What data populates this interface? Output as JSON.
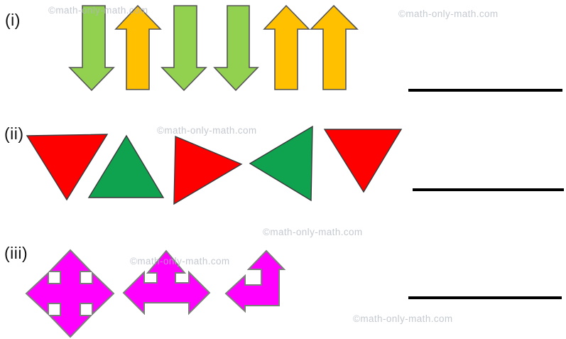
{
  "watermark": {
    "text": "©math-only-math.com",
    "color": "#c3c8cf"
  },
  "colors": {
    "green_arrow": "#92D050",
    "orange_arrow": "#FFC000",
    "red_triangle": "#FF0000",
    "green_triangle": "#0FA24F",
    "magenta_arrow": "#FF00FF",
    "answer_line": "#000000"
  },
  "rows": [
    {
      "label": "(i)",
      "shapes": [
        "green-down-arrow",
        "orange-up-arrow",
        "green-down-arrow",
        "green-down-arrow",
        "orange-up-arrow",
        "orange-up-arrow"
      ],
      "answer_line": true
    },
    {
      "label": "(ii)",
      "shapes": [
        "red-triangle-down",
        "green-triangle-up",
        "red-triangle-right",
        "green-triangle-left",
        "red-triangle-down"
      ],
      "answer_line": true
    },
    {
      "label": "(iii)",
      "shapes": [
        "magenta-four-way-arrow",
        "magenta-three-way-arrow",
        "magenta-two-way-elbow-arrow"
      ],
      "answer_line": true
    }
  ]
}
